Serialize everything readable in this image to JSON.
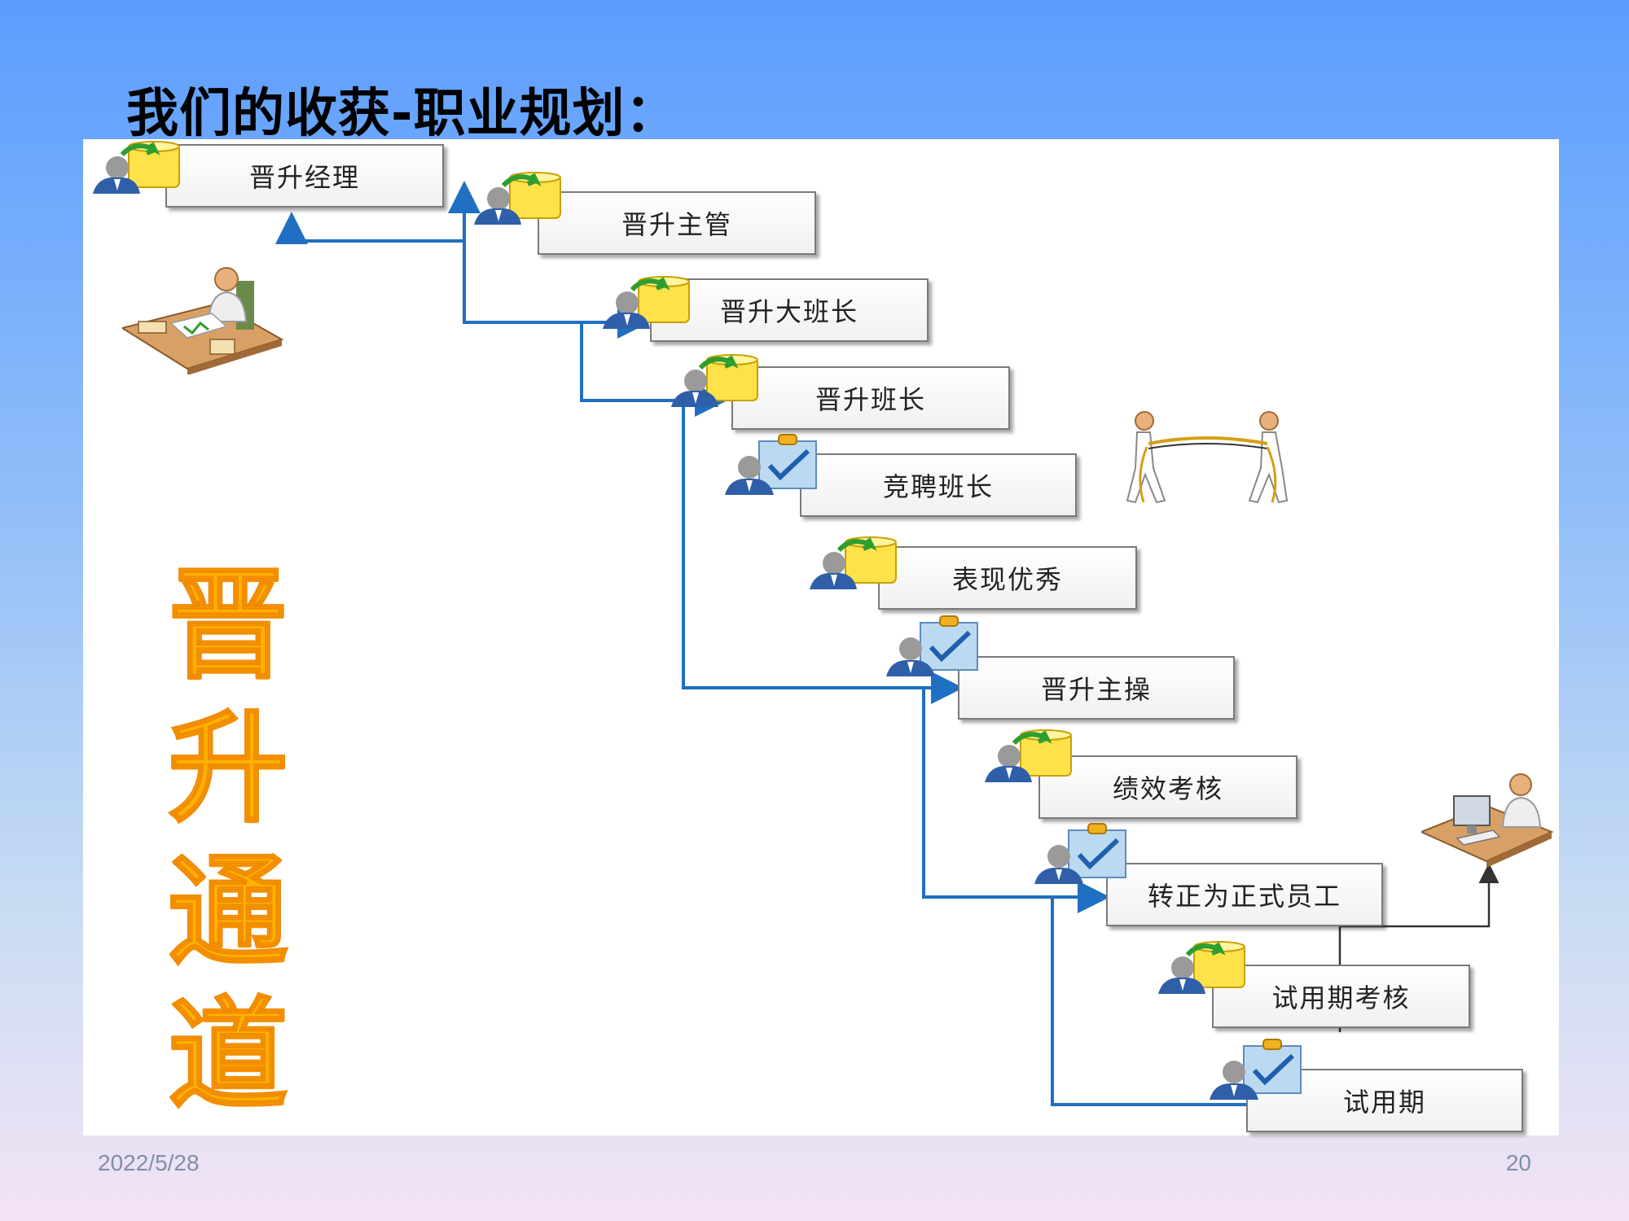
{
  "title": "我们的收获-职业规划：",
  "vertical_label": [
    "晋",
    "升",
    "通",
    "道"
  ],
  "steps": [
    {
      "label": "晋升经理",
      "icon": "promotion-icon"
    },
    {
      "label": "晋升主管",
      "icon": "promotion-icon"
    },
    {
      "label": "晋升大班长",
      "icon": "promotion-icon"
    },
    {
      "label": "晋升班长",
      "icon": "promotion-icon"
    },
    {
      "label": "竞聘班长",
      "icon": "assessment-icon"
    },
    {
      "label": "表现优秀",
      "icon": "promotion-icon"
    },
    {
      "label": "晋升主操",
      "icon": "assessment-icon"
    },
    {
      "label": "绩效考核",
      "icon": "promotion-icon"
    },
    {
      "label": "转正为正式员工",
      "icon": "assessment-icon"
    },
    {
      "label": "试用期考核",
      "icon": "promotion-icon"
    },
    {
      "label": "试用期",
      "icon": "assessment-icon"
    }
  ],
  "footer": {
    "date": "2022/5/28",
    "page": "20"
  },
  "colors": {
    "connector": "#1f6fc2",
    "vertical_text": "#ffb000"
  }
}
